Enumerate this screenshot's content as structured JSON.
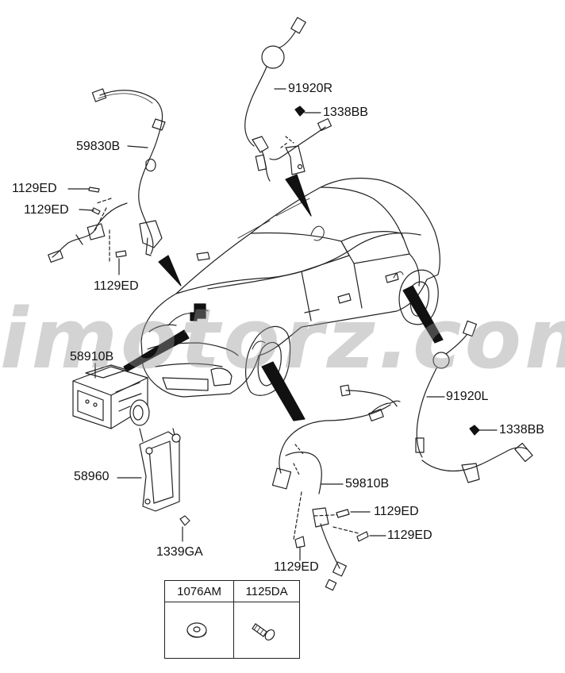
{
  "watermark": "imotorz.com",
  "labels": {
    "sensor_front_lh_harness": "59830B",
    "bolt_1": "1129ED",
    "bolt_2": "1129ED",
    "bolt_3": "1129ED",
    "sensor_rear_rh": "91920R",
    "nut_rear_rh": "1338BB",
    "hecu_assembly": "58910B",
    "hecu_bracket": "58960",
    "bracket_nut": "1339GA",
    "sensor_rear_lh": "91920L",
    "nut_rear_lh": "1338BB",
    "sensor_front_rh_harness": "59810B",
    "bolt_4": "1129ED",
    "bolt_5": "1129ED",
    "bolt_6": "1129ED"
  },
  "legend": {
    "col1_code": "1076AM",
    "col2_code": "1125DA"
  },
  "icons": {
    "col1": "grommet-washer-icon",
    "col2": "flange-bolt-icon"
  }
}
